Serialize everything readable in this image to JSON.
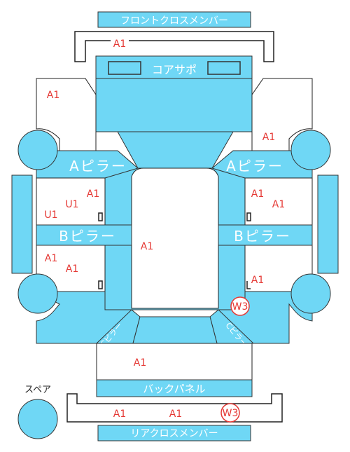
{
  "labels": {
    "front_cross_member": "フロントクロスメンバー",
    "core_support": "コアサポ",
    "a_pillar_left": "Aピラー",
    "a_pillar_right": "Aピラー",
    "b_pillar_left": "Bピラー",
    "b_pillar_right": "Bピラー",
    "back_panel": "バックパネル",
    "rear_cross_member": "リアクロスメンバー",
    "c_pillar_left": "Cピラー",
    "c_pillar_right": "Cピラー",
    "spare": "スペア"
  },
  "marks": {
    "front_cross": "A1",
    "front_left_fender": "A1",
    "front_right_fender": "A1",
    "left_front_door_1": "A1",
    "left_front_door_2": "U1",
    "left_front_door_3": "U1",
    "right_front_door_1": "A1",
    "right_front_door_2": "A1",
    "roof": "A1",
    "left_rear_door_1": "A1",
    "left_rear_door_2": "A1",
    "right_rear_door": "A1",
    "right_rear_quarter": "W3",
    "trunk": "A1",
    "rear_cross_1": "A1",
    "rear_cross_2": "A1",
    "rear_cross_3": "W3"
  },
  "colors": {
    "part_fill": "#6fd7f5",
    "damage_mark": "#e53935"
  }
}
